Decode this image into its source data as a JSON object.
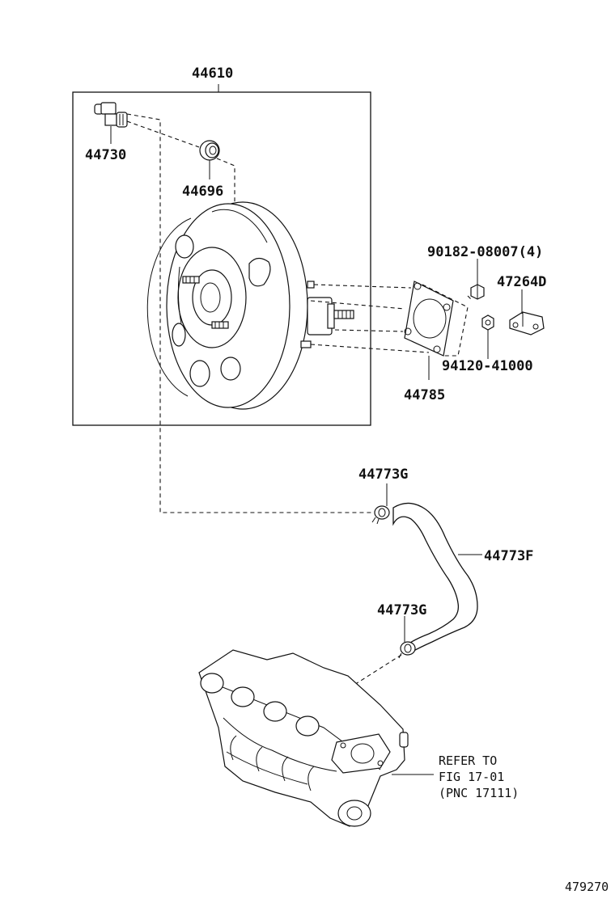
{
  "labels": {
    "booster_assy": "44610",
    "check_valve": "44730",
    "grommet": "44696",
    "stud_nut": "90182-08007(4)",
    "bracket": "47264D",
    "nut": "94120-41000",
    "gasket": "44785",
    "clip_upper": "44773G",
    "vacuum_hose": "44773F",
    "clip_lower": "44773G"
  },
  "reference": {
    "line1": "REFER TO",
    "line2": "FIG 17-01",
    "line3": "(PNC 17111)"
  },
  "figure_id": "479270"
}
